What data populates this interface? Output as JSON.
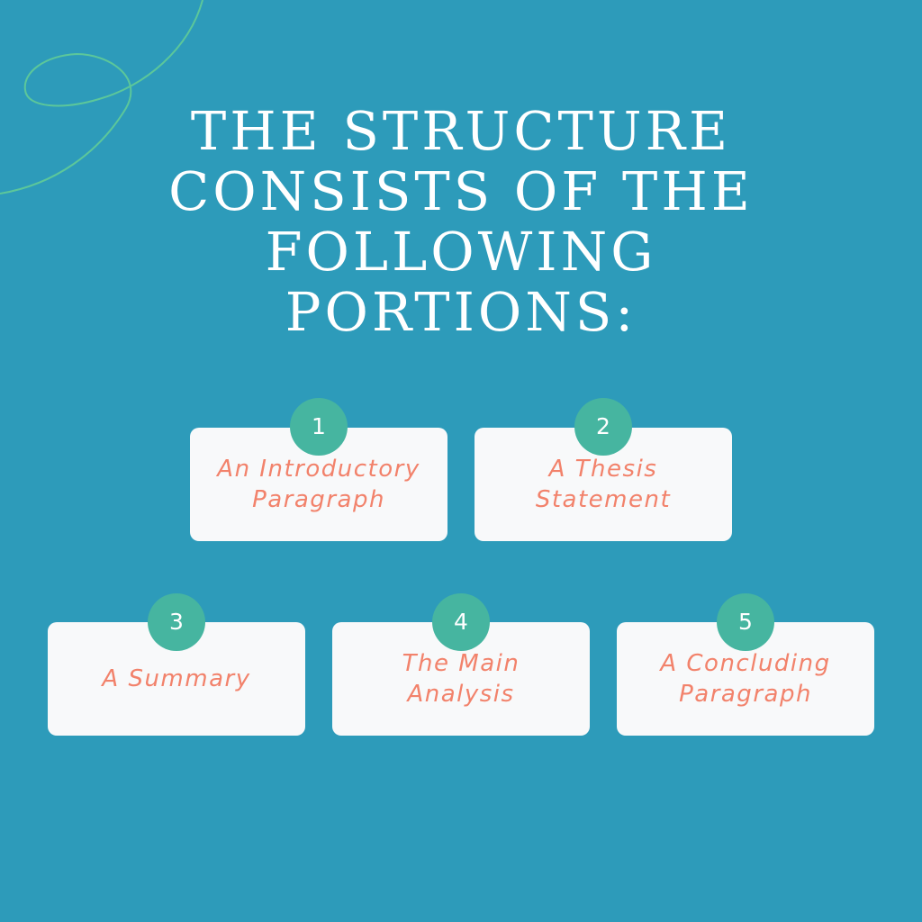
{
  "title": "The structure consists of the following portions:",
  "steps": [
    {
      "number": "1",
      "label": "An Introductory Paragraph"
    },
    {
      "number": "2",
      "label": "A Thesis Statement"
    },
    {
      "number": "3",
      "label": "A Summary"
    },
    {
      "number": "4",
      "label": "The Main Analysis"
    },
    {
      "number": "5",
      "label": "A Concluding Paragraph"
    }
  ],
  "colors": {
    "background": "#2d9bba",
    "card": "#f8f9fa",
    "badge": "#46b5a0",
    "label_text": "#f2826b",
    "title_text": "#ffffff",
    "decor_line": "#5cc79a"
  }
}
